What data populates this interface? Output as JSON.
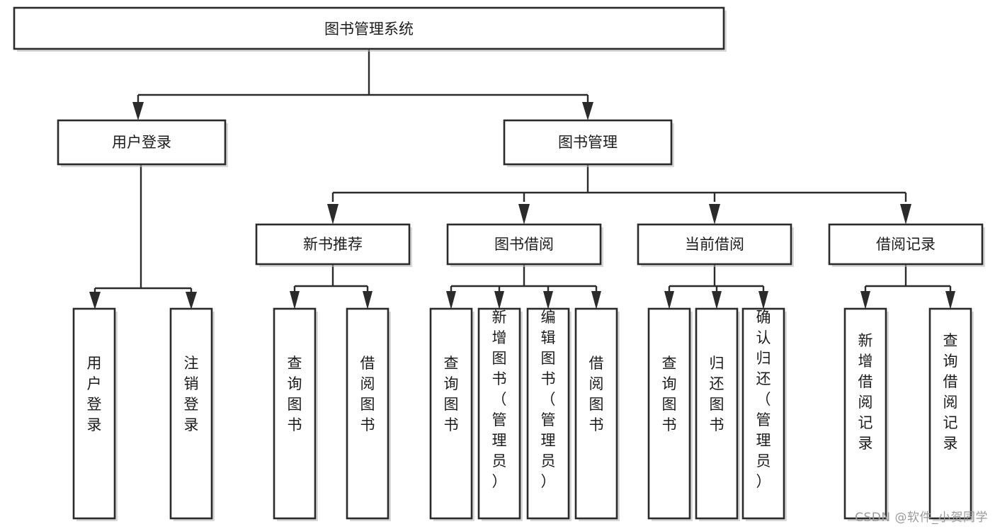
{
  "diagram": {
    "type": "tree-hierarchy",
    "title": "图书管理系统",
    "watermark": "CSDN @软件_小贺同学",
    "colors": {
      "stroke": "#2b2b2b",
      "fill": "#ffffff",
      "text": "#1c1c1c",
      "watermark": "#9a9a9a"
    },
    "nodes": {
      "root": {
        "label": "图书管理系统",
        "orientation": "horizontal"
      },
      "level2": [
        {
          "label": "用户登录",
          "orientation": "horizontal"
        },
        {
          "label": "图书管理",
          "orientation": "horizontal"
        }
      ],
      "level3": [
        {
          "label": "新书推荐",
          "orientation": "horizontal"
        },
        {
          "label": "图书借阅",
          "orientation": "horizontal"
        },
        {
          "label": "当前借阅",
          "orientation": "horizontal"
        },
        {
          "label": "借阅记录",
          "orientation": "horizontal"
        }
      ],
      "leaves": [
        {
          "label": "用户登录",
          "orientation": "vertical",
          "parent": "用户登录"
        },
        {
          "label": "注销登录",
          "orientation": "vertical",
          "parent": "用户登录"
        },
        {
          "label": "查询图书",
          "orientation": "vertical",
          "parent": "新书推荐"
        },
        {
          "label": "借阅图书",
          "orientation": "vertical",
          "parent": "新书推荐"
        },
        {
          "label": "查询图书",
          "orientation": "vertical",
          "parent": "图书借阅"
        },
        {
          "label": "新增图书（管理员）",
          "orientation": "vertical",
          "parent": "图书借阅"
        },
        {
          "label": "编辑图书（管理员）",
          "orientation": "vertical",
          "parent": "图书借阅"
        },
        {
          "label": "借阅图书",
          "orientation": "vertical",
          "parent": "图书借阅"
        },
        {
          "label": "查询图书",
          "orientation": "vertical",
          "parent": "当前借阅"
        },
        {
          "label": "归还图书",
          "orientation": "vertical",
          "parent": "当前借阅"
        },
        {
          "label": "确认归还（管理员）",
          "orientation": "vertical",
          "parent": "当前借阅"
        },
        {
          "label": "新增借阅记录",
          "orientation": "vertical",
          "parent": "借阅记录"
        },
        {
          "label": "查询借阅记录",
          "orientation": "vertical",
          "parent": "借阅记录"
        }
      ]
    }
  }
}
